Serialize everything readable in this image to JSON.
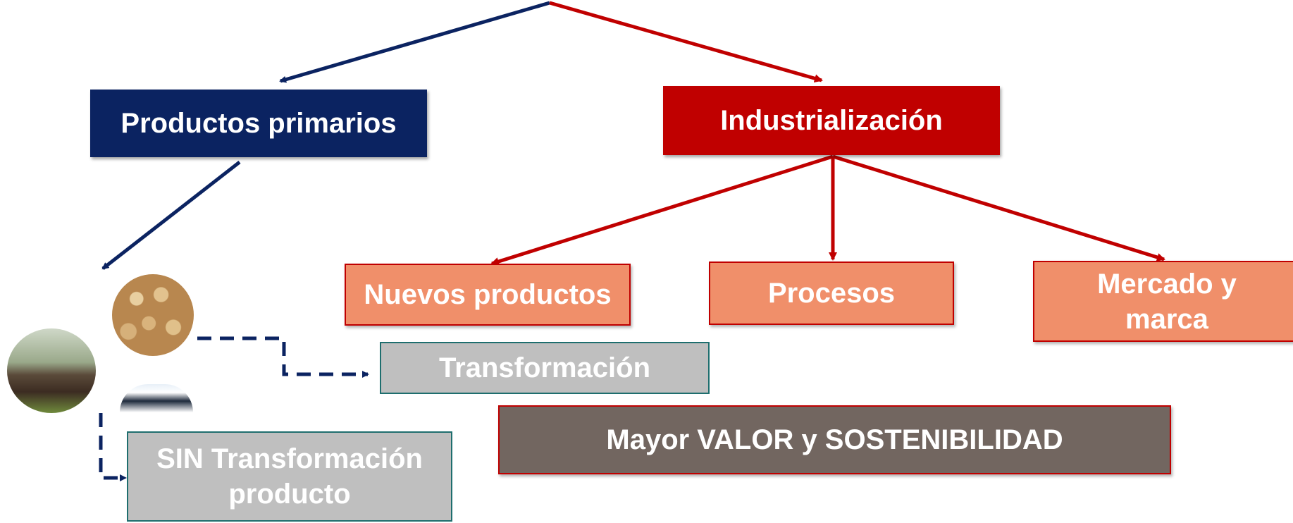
{
  "boxes": {
    "primarios": "Productos primarios",
    "industrializacion": "Industrialización",
    "nuevos": "Nuevos productos",
    "procesos": "Procesos",
    "mercado_line1": "Mercado y",
    "mercado_line2": "marca",
    "transformacion": "Transformación",
    "sin_line1": "SIN Transformación",
    "sin_line2": "producto",
    "mayor": "Mayor VALOR y SOSTENIBILIDAD"
  },
  "colors": {
    "navy": "#0b2361",
    "red": "#c00000",
    "salmon": "#f08f6a",
    "grey": "#bfbfbf",
    "brown": "#726660"
  },
  "images": [
    "soybeans-photo",
    "cattle-photo",
    "dairy-cow-photo"
  ]
}
